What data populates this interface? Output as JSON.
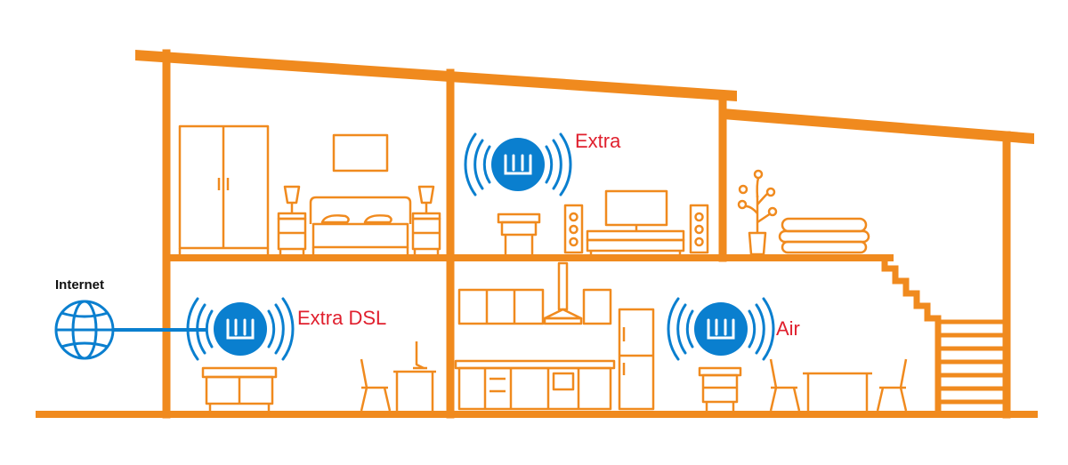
{
  "internet": {
    "label": "Internet",
    "icon": "globe-icon"
  },
  "devices": [
    {
      "label": "Extra DSL",
      "icon": "router-icon"
    },
    {
      "label": "Extra",
      "icon": "router-icon"
    },
    {
      "label": "Air",
      "icon": "router-icon"
    }
  ],
  "colors": {
    "house": "#f08a1e",
    "device": "#0a7fcf",
    "label": "#e0202e",
    "background": "#ffffff"
  }
}
